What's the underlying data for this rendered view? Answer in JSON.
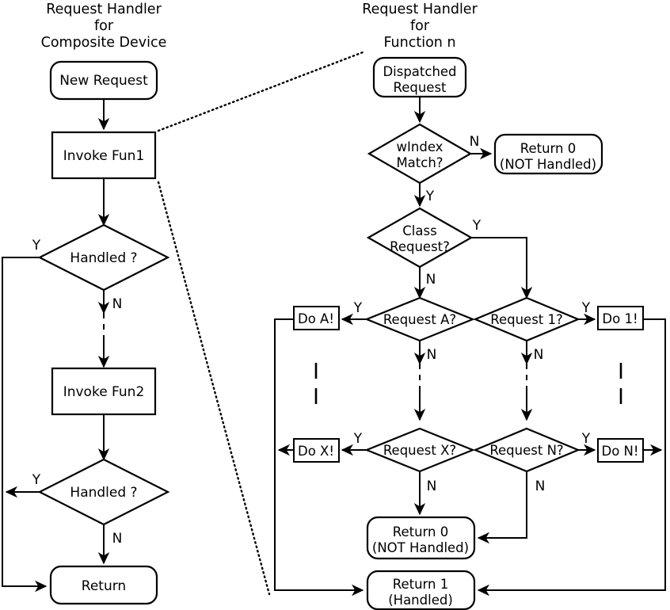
{
  "diagram": {
    "title_left_line1": "Request Handler",
    "title_left_line2": "for",
    "title_left_line3": "Composite Device",
    "title_right_line1": "Request Handler",
    "title_right_line2": "for",
    "title_right_line3": "Function n"
  },
  "left_flow": {
    "new_request": "New Request",
    "invoke_fun1": "Invoke Fun1",
    "handled_1": "Handled ?",
    "handled_1_yes": "Y",
    "handled_1_no": "N",
    "invoke_fun2": "Invoke Fun2",
    "handled_2": "Handled ?",
    "handled_2_yes": "Y",
    "handled_2_no": "N",
    "return": "Return"
  },
  "right_flow": {
    "dispatched_request_line1": "Dispatched",
    "dispatched_request_line2": "Request",
    "windex_match_line1": "wIndex",
    "windex_match_line2": "Match?",
    "windex_no": "N",
    "windex_yes": "Y",
    "return0_top_line1": "Return 0",
    "return0_top_line2": "(NOT Handled)",
    "class_request_line1": "Class",
    "class_request_line2": "Request?",
    "class_yes": "Y",
    "class_no": "N",
    "request_a": "Request A?",
    "request_a_yes": "Y",
    "request_a_no": "N",
    "do_a": "Do A!",
    "request_1": "Request 1?",
    "request_1_yes": "Y",
    "request_1_no": "N",
    "do_1": "Do 1!",
    "request_x": "Request X?",
    "request_x_yes": "Y",
    "request_x_no": "N",
    "do_x": "Do X!",
    "request_n": "Request N?",
    "request_n_yes": "Y",
    "request_n_no": "N",
    "do_n": "Do N!",
    "return0_bottom_line1": "Return 0",
    "return0_bottom_line2": "(NOT Handled)",
    "return1_line1": "Return 1",
    "return1_line2": "(Handled)"
  },
  "colors": {
    "stroke": "#000000",
    "fill": "#ffffff",
    "text": "#000000"
  }
}
